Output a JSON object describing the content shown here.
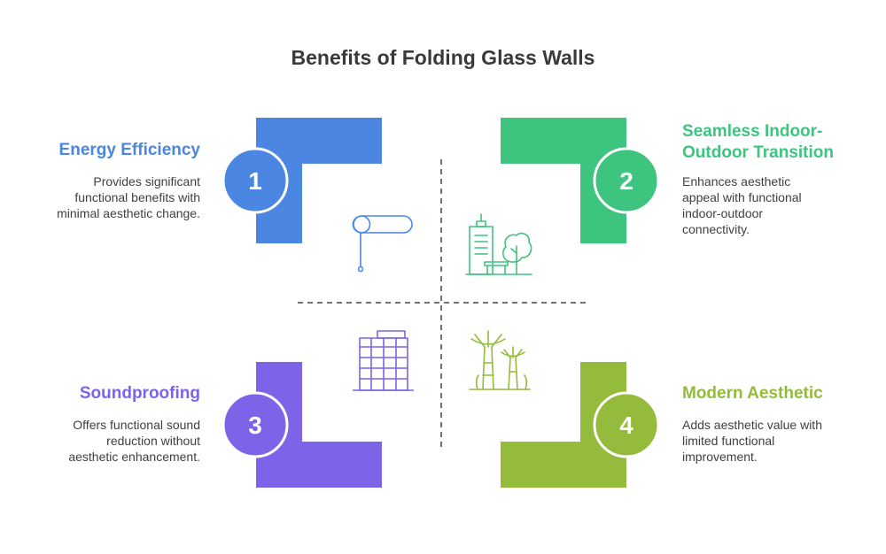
{
  "title": "Benefits of Folding Glass Walls",
  "colors": {
    "blue": "#4a86e2",
    "green": "#3dc47e",
    "purple": "#7d63e8",
    "olive": "#94bb3b",
    "divider": "#444444"
  },
  "quadrants": [
    {
      "number": "1",
      "heading": "Energy Efficiency",
      "description": [
        "Provides significant",
        "functional benefits with",
        "minimal aesthetic change."
      ],
      "icon": "thermometer-icon",
      "color": "#4a86e2"
    },
    {
      "number": "2",
      "heading": [
        "Seamless Indoor-",
        "Outdoor Transition"
      ],
      "description": [
        "Enhances aesthetic",
        "appeal with functional",
        "indoor-outdoor",
        "connectivity."
      ],
      "icon": "building-tree-icon",
      "color": "#3dc47e"
    },
    {
      "number": "3",
      "heading": "Soundproofing",
      "description": [
        "Offers functional sound",
        "reduction without",
        "aesthetic enhancement."
      ],
      "icon": "office-building-icon",
      "color": "#7d63e8"
    },
    {
      "number": "4",
      "heading": "Modern Aesthetic",
      "description": [
        "Adds aesthetic value with",
        "limited functional",
        "improvement."
      ],
      "icon": "supertrees-icon",
      "color": "#94bb3b"
    }
  ]
}
